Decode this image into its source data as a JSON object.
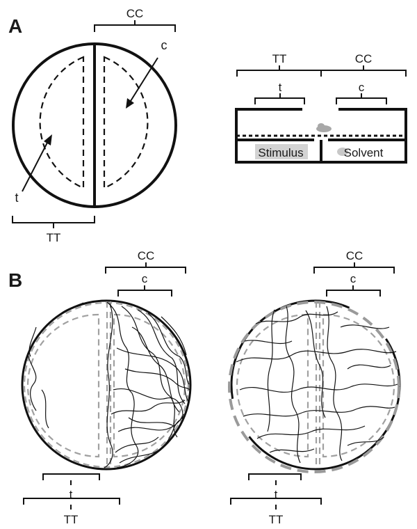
{
  "panels": {
    "a": "A",
    "b": "B"
  },
  "labels": {
    "cc": "CC",
    "tt": "TT",
    "c": "c",
    "t": "t",
    "stimulus": "Stimulus",
    "solvent": "Solvent"
  }
}
